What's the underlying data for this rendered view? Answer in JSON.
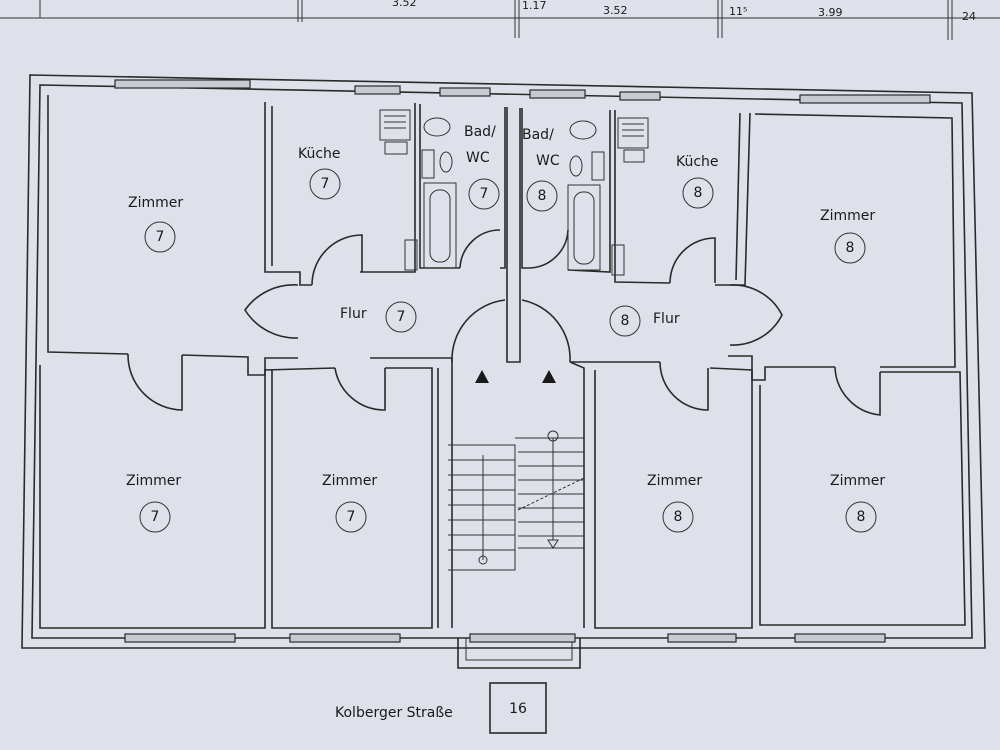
{
  "dimensions": [
    "3.52",
    "1.17",
    "3.52",
    "11⁵",
    "3.99",
    "24"
  ],
  "rooms": [
    {
      "name": "Zimmer",
      "unit": "7"
    },
    {
      "name": "Küche",
      "unit": "7"
    },
    {
      "name": "Bad/ WC",
      "unit": "7"
    },
    {
      "name": "Bad/ WC",
      "unit": "8"
    },
    {
      "name": "Küche",
      "unit": "8"
    },
    {
      "name": "Zimmer",
      "unit": "8"
    },
    {
      "name": "Flur",
      "unit": "7"
    },
    {
      "name": "Flur",
      "unit": "8"
    },
    {
      "name": "Zimmer",
      "unit": "7"
    },
    {
      "name": "Zimmer",
      "unit": "7"
    },
    {
      "name": "Zimmer",
      "unit": "8"
    },
    {
      "name": "Zimmer",
      "unit": "8"
    }
  ],
  "bath_labels": {
    "left_top": "Bad/",
    "left_bottom": "WC",
    "right_top": "Bad/",
    "right_bottom": "WC"
  },
  "street": {
    "name": "Kolberger Straße",
    "number": "16"
  }
}
